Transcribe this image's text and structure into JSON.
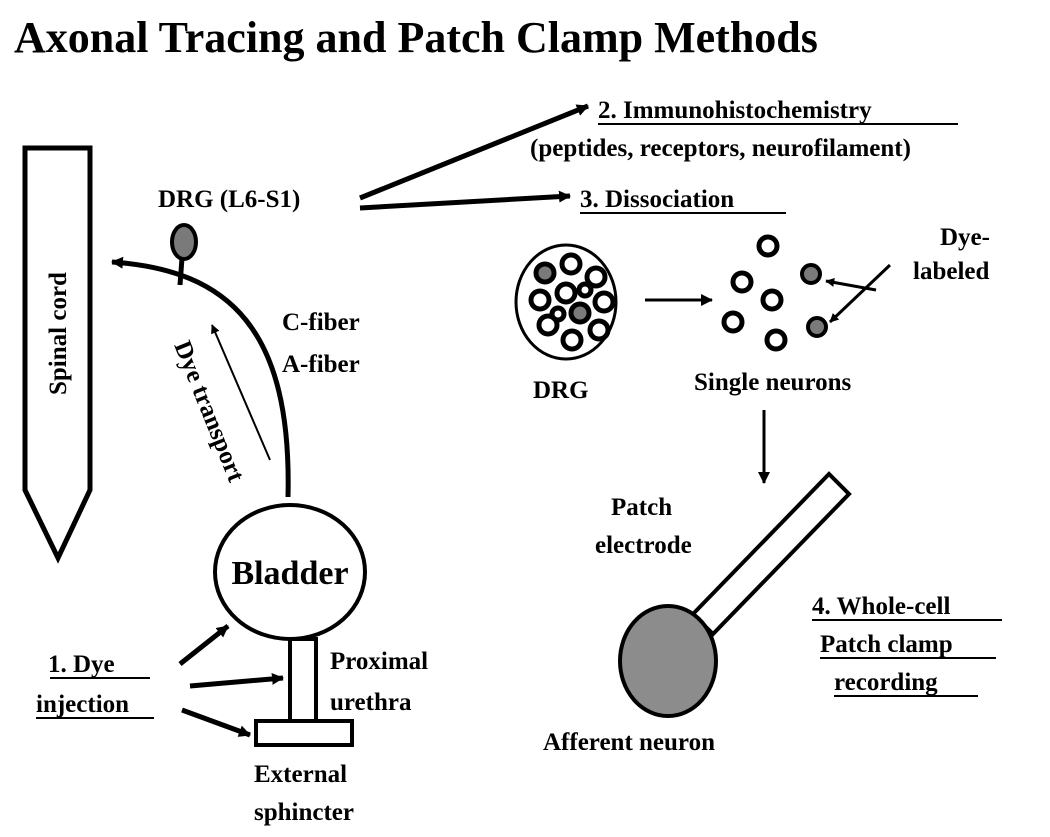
{
  "title": "Axonal Tracing and Patch Clamp Methods",
  "labels": {
    "spinal_cord": "Spinal cord",
    "drg_level": "DRG (L6-S1)",
    "c_fiber": "C-fiber",
    "a_fiber": "A-fiber",
    "dye_transport": "Dye transport",
    "bladder": "Bladder",
    "proximal": "Proximal",
    "urethra": "urethra",
    "external": "External",
    "sphincter": "sphincter",
    "step1_line1": "1. Dye",
    "step1_line2": "injection",
    "step2_title": "2. Immunohistochemistry",
    "step2_detail": "(peptides, receptors, neurofilament)",
    "step3_title": "3. Dissociation",
    "drg": "DRG",
    "single_neurons": "Single neurons",
    "dye_line1": "Dye-",
    "dye_line2": "labeled",
    "patch": "Patch",
    "electrode": "electrode",
    "afferent_neuron": "Afferent neuron",
    "step4_line1": "4. Whole-cell",
    "step4_line2": "Patch clamp",
    "step4_line3": "recording"
  },
  "colors": {
    "ink": "#000000",
    "labeled_cell": "#7a7a7a",
    "afferent_fill": "#8c8c8c",
    "background": "#ffffff"
  }
}
